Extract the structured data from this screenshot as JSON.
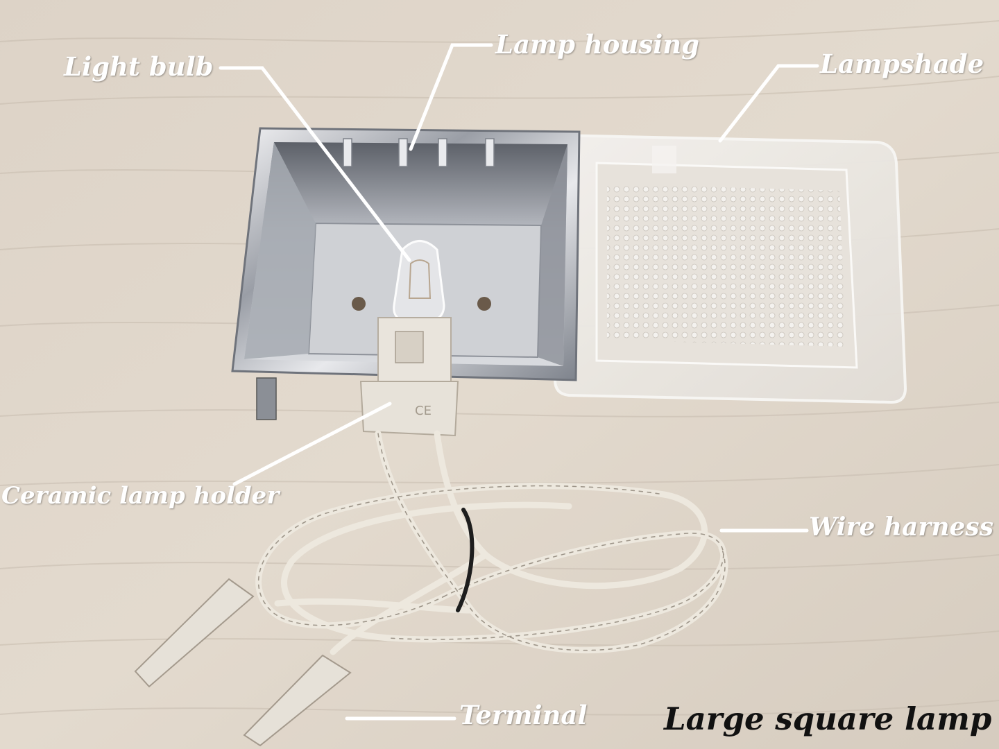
{
  "labels": {
    "light_bulb": "Light bulb",
    "lamp_housing": "Lamp housing",
    "lampshade": "Lampshade",
    "ceramic_lamp_holder": "Ceramic lamp holder",
    "wire_harness": "Wire harness",
    "terminal": "Terminal"
  },
  "caption": "Large square lamp",
  "holder_markings": "CE",
  "colors": {
    "label_text": "#ffffff",
    "leader_line": "#ffffff",
    "caption_text": "#111111",
    "wood_background": "#dcd2c6"
  }
}
